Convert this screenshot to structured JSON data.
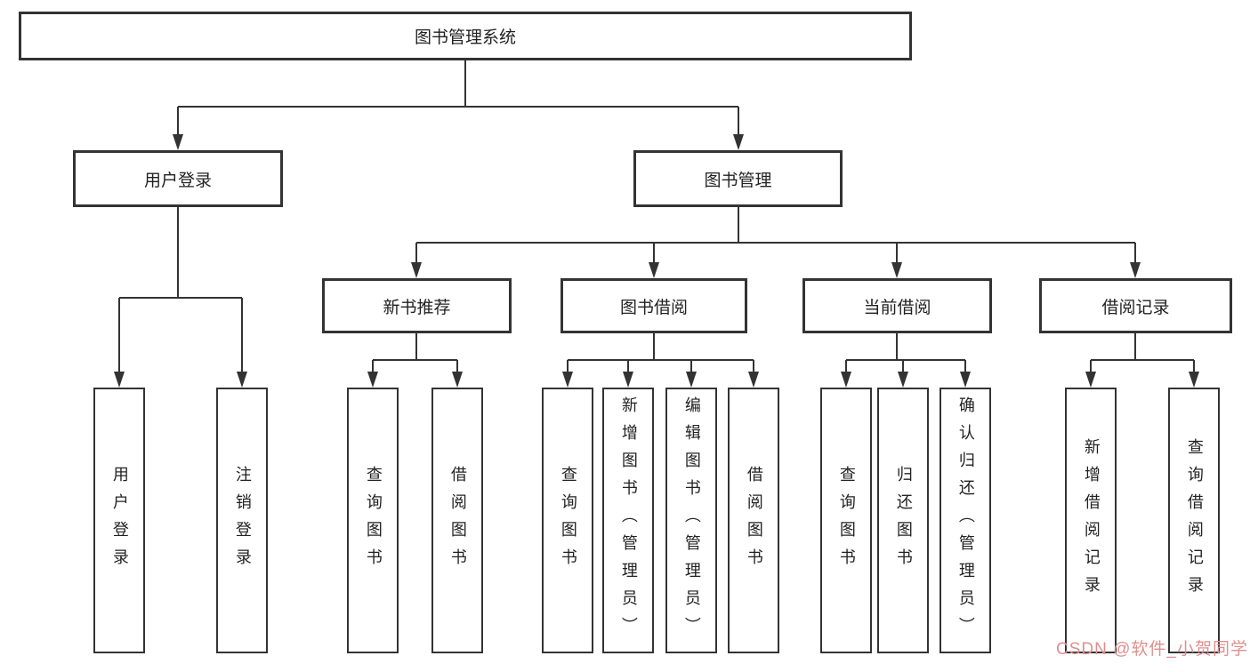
{
  "diagram": {
    "root": {
      "label": "图书管理系统"
    },
    "branches": [
      {
        "label": "用户登录"
      },
      {
        "label": "图书管理"
      }
    ],
    "modules": [
      {
        "label": "新书推荐"
      },
      {
        "label": "图书借阅"
      },
      {
        "label": "当前借阅"
      },
      {
        "label": "借阅记录"
      }
    ],
    "leaves": [
      {
        "label": "用户登录",
        "parent": "用户登录"
      },
      {
        "label": "注销登录",
        "parent": "用户登录"
      },
      {
        "label": "查询图书",
        "parent": "新书推荐"
      },
      {
        "label": "借阅图书",
        "parent": "新书推荐"
      },
      {
        "label": "查询图书",
        "parent": "图书借阅"
      },
      {
        "label": "新增图书（管理员）",
        "parent": "图书借阅"
      },
      {
        "label": "编辑图书（管理员）",
        "parent": "图书借阅"
      },
      {
        "label": "借阅图书",
        "parent": "图书借阅"
      },
      {
        "label": "查询图书",
        "parent": "当前借阅"
      },
      {
        "label": "归还图书",
        "parent": "当前借阅"
      },
      {
        "label": "确认归还（管理员）",
        "parent": "当前借阅"
      },
      {
        "label": "新增借阅记录",
        "parent": "借阅记录"
      },
      {
        "label": "查询借阅记录",
        "parent": "借阅记录"
      }
    ]
  },
  "watermark": {
    "text": "CSDN @软件_小贺同学",
    "color": "#e08f8f"
  },
  "colors": {
    "line": "#333333",
    "box_background": "#ffffff",
    "text": "#222222"
  }
}
